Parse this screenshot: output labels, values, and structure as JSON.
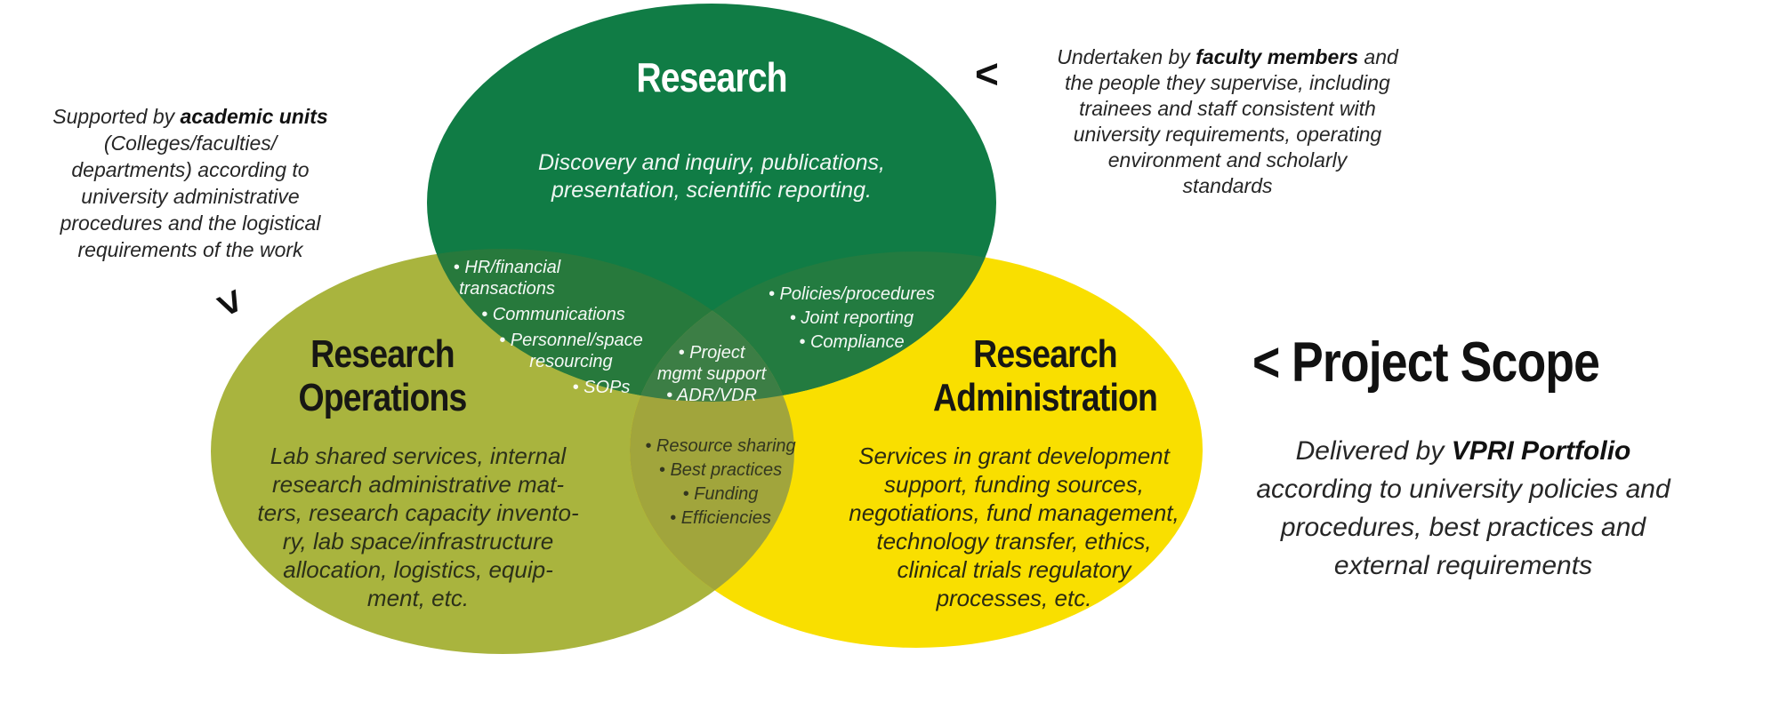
{
  "colors": {
    "green": "#107c45",
    "olive": "#a9b43e",
    "yellow": "#f9df00",
    "green_olive": "#27793c",
    "green_yellow": "#237b40",
    "olive_yellow": "#a1a53c",
    "triple": "#3c7e45",
    "title_text": "#171714",
    "white_text": "#ffffff"
  },
  "circles": {
    "research": {
      "title": "Research",
      "description": "Discovery and inquiry, publications,\npresentation, scientific reporting."
    },
    "operations": {
      "title": "Research\nOperations",
      "description": "Lab shared services, internal\nresearch administrative mat-\nters, research capacity invento-\nry, lab space/infrastructure\nallocation, logistics, equip-\nment, etc."
    },
    "administration": {
      "title": "Research\nAdministration",
      "description": "Services in grant development\nsupport, funding sources,\nnegotiations, fund management,\ntechnology transfer, ethics,\nclinical trials regulatory\nprocesses, etc."
    }
  },
  "overlaps": {
    "research_operations": [
      "• HR/financial\ntransactions",
      "• Communications",
      "• Personnel/space\nresourcing",
      "• SOPs"
    ],
    "research_administration": [
      "• Policies/procedures",
      "• Joint reporting",
      "• Compliance"
    ],
    "all_three": [
      "• Project\nmgmt support",
      "• ADR/VDR"
    ],
    "operations_administration": [
      "• Resource sharing",
      "• Best practices",
      "• Funding",
      "• Efficiencies"
    ]
  },
  "annotations": {
    "academic_units": {
      "pre": "Supported by ",
      "bold": "academic units",
      "post": "\n(Colleges/faculties/\ndepartments) according to\nuniversity administrative\nprocedures and the logistical\nrequirements of the work",
      "arrow": ">"
    },
    "faculty": {
      "arrow": "<",
      "pre": "Undertaken by ",
      "bold": "faculty members",
      "post": " and\nthe people they supervise, including\ntrainees and staff consistent with\nuniversity requirements, operating\nenvironment and scholarly\nstandards"
    },
    "project_scope": {
      "arrow": "<",
      "title": "Project Scope",
      "body_pre": "Delivered by ",
      "body_bold": "VPRI Portfolio",
      "body_post": "\naccording to university policies and\nprocedures, best practices and\nexternal requirements"
    }
  }
}
